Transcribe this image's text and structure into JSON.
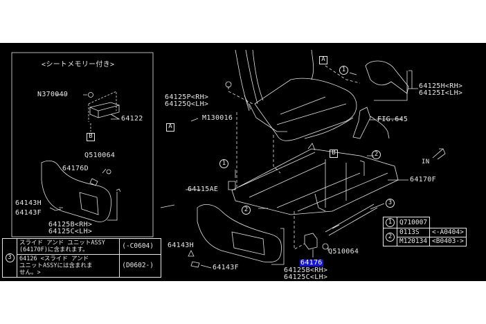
{
  "inset": {
    "title": "<シートメモリー付き>",
    "labels": {
      "n370049": "N370049",
      "p64122": "64122",
      "ref_b": "B",
      "q510064": "Q510064",
      "p64176d": "64176D",
      "p64143h": "64143H",
      "p64143f": "64143F",
      "p64125b": "64125B<RH>",
      "p64125c": "64125C<LH>"
    }
  },
  "main": {
    "labels": {
      "ref_a_top": "A",
      "ref_a_left": "A",
      "ref_b": "B",
      "circle1_top": "1",
      "circle1_left": "1",
      "circle2_right": "2",
      "circle2_bottom": "2",
      "circle3": "3",
      "p64125h": "64125H<RH>",
      "p64125i": "64125I<LH>",
      "p64125p": "64125P<RH>",
      "p64125q": "64125Q<LH>",
      "m130016": "M130016",
      "fig645": "FIG.645",
      "in_arrow": "IN",
      "p64170f": "64170F",
      "p64115ae": "64115AE",
      "p64143h": "64143H",
      "p64143f": "64143F",
      "p64176": "64176",
      "q510064": "Q510064",
      "p64125b": "64125B<RH>",
      "p64125c": "64125C<LH>"
    }
  },
  "note_table": {
    "ref": "3",
    "rows": [
      {
        "text": "スライド アンド ユニットASSY\n(64170F)に含まれます。",
        "range": "(-C0604)"
      },
      {
        "text": "64126 <スライド アンド\nユニットASSYには含まれま\nせん。>",
        "range": "(D0602-)"
      }
    ]
  },
  "parts_table": {
    "rows": [
      {
        "ref": "1",
        "part": "Q710007",
        "range": ""
      },
      {
        "ref": "2",
        "part": "0113S",
        "range": "<-A0404>"
      },
      {
        "ref": "",
        "part": "M120134",
        "range": "<B0403->"
      }
    ]
  },
  "colors": {
    "background": "#000000",
    "line": "#e8e8e8",
    "highlight": "#1515d0"
  }
}
